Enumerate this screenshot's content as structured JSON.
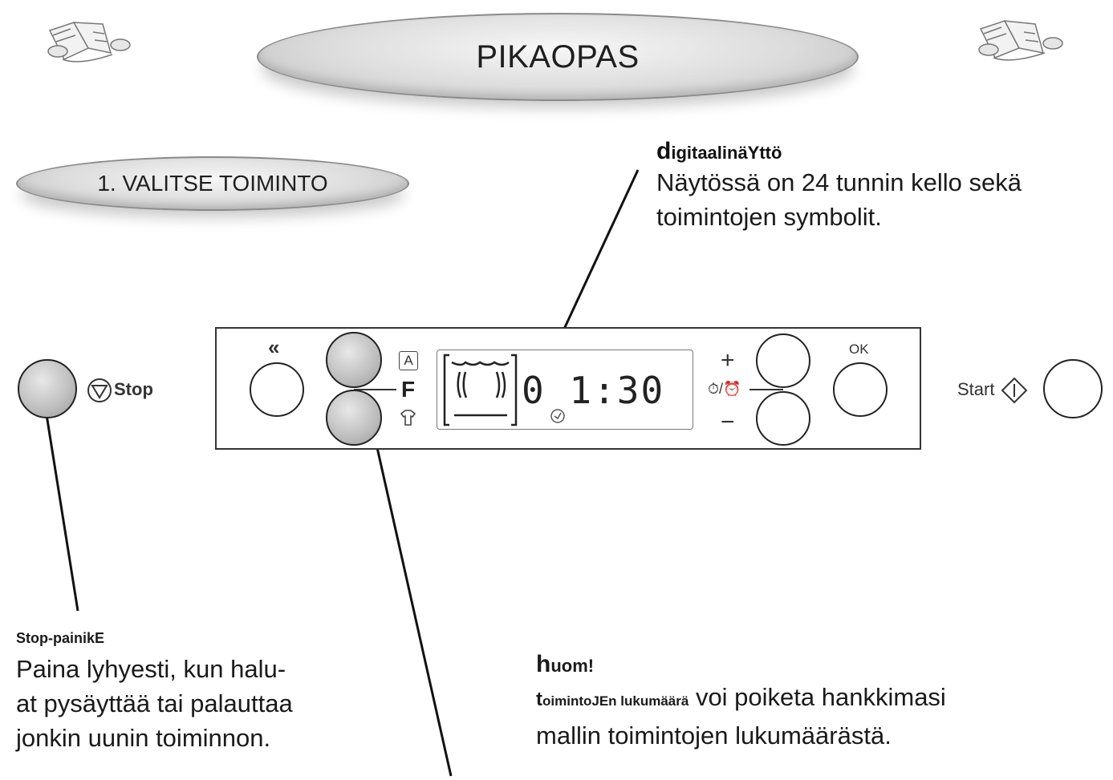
{
  "title": "PIKAOPAS",
  "step_title": "1. VALITSE TOIMINTO",
  "display_annotation": {
    "heading_initial": "d",
    "heading_rest": "igitaalinäYttö",
    "lines": [
      "Näytössä on 24 tunnin kello sekä",
      "toimintojen symbolit."
    ]
  },
  "stop_annotation": {
    "heading": "Stop-painikE",
    "lines": [
      "Paina lyhyesti, kun halu-",
      "at pysäyttää tai palauttaa",
      "jonkin uunin toiminnon."
    ]
  },
  "note_annotation": {
    "heading_initial": "h",
    "heading_rest": "uom!",
    "lead_initial": "t",
    "lead_rest": "oimintoJEn lukumäärä",
    "line1_rest": " voi poiketa hankkimasi",
    "line2": "mallin toimintojen lukumäärästä."
  },
  "panel": {
    "stop_label": "Stop",
    "back_symbol": "«",
    "auto_symbol": "A",
    "function_label": "F",
    "plus_label": "+",
    "minus_label": "−",
    "timer_symbol": "⏱/⏰",
    "ok_label": "OK",
    "start_label": "Start",
    "display_time": "0 1:30"
  }
}
